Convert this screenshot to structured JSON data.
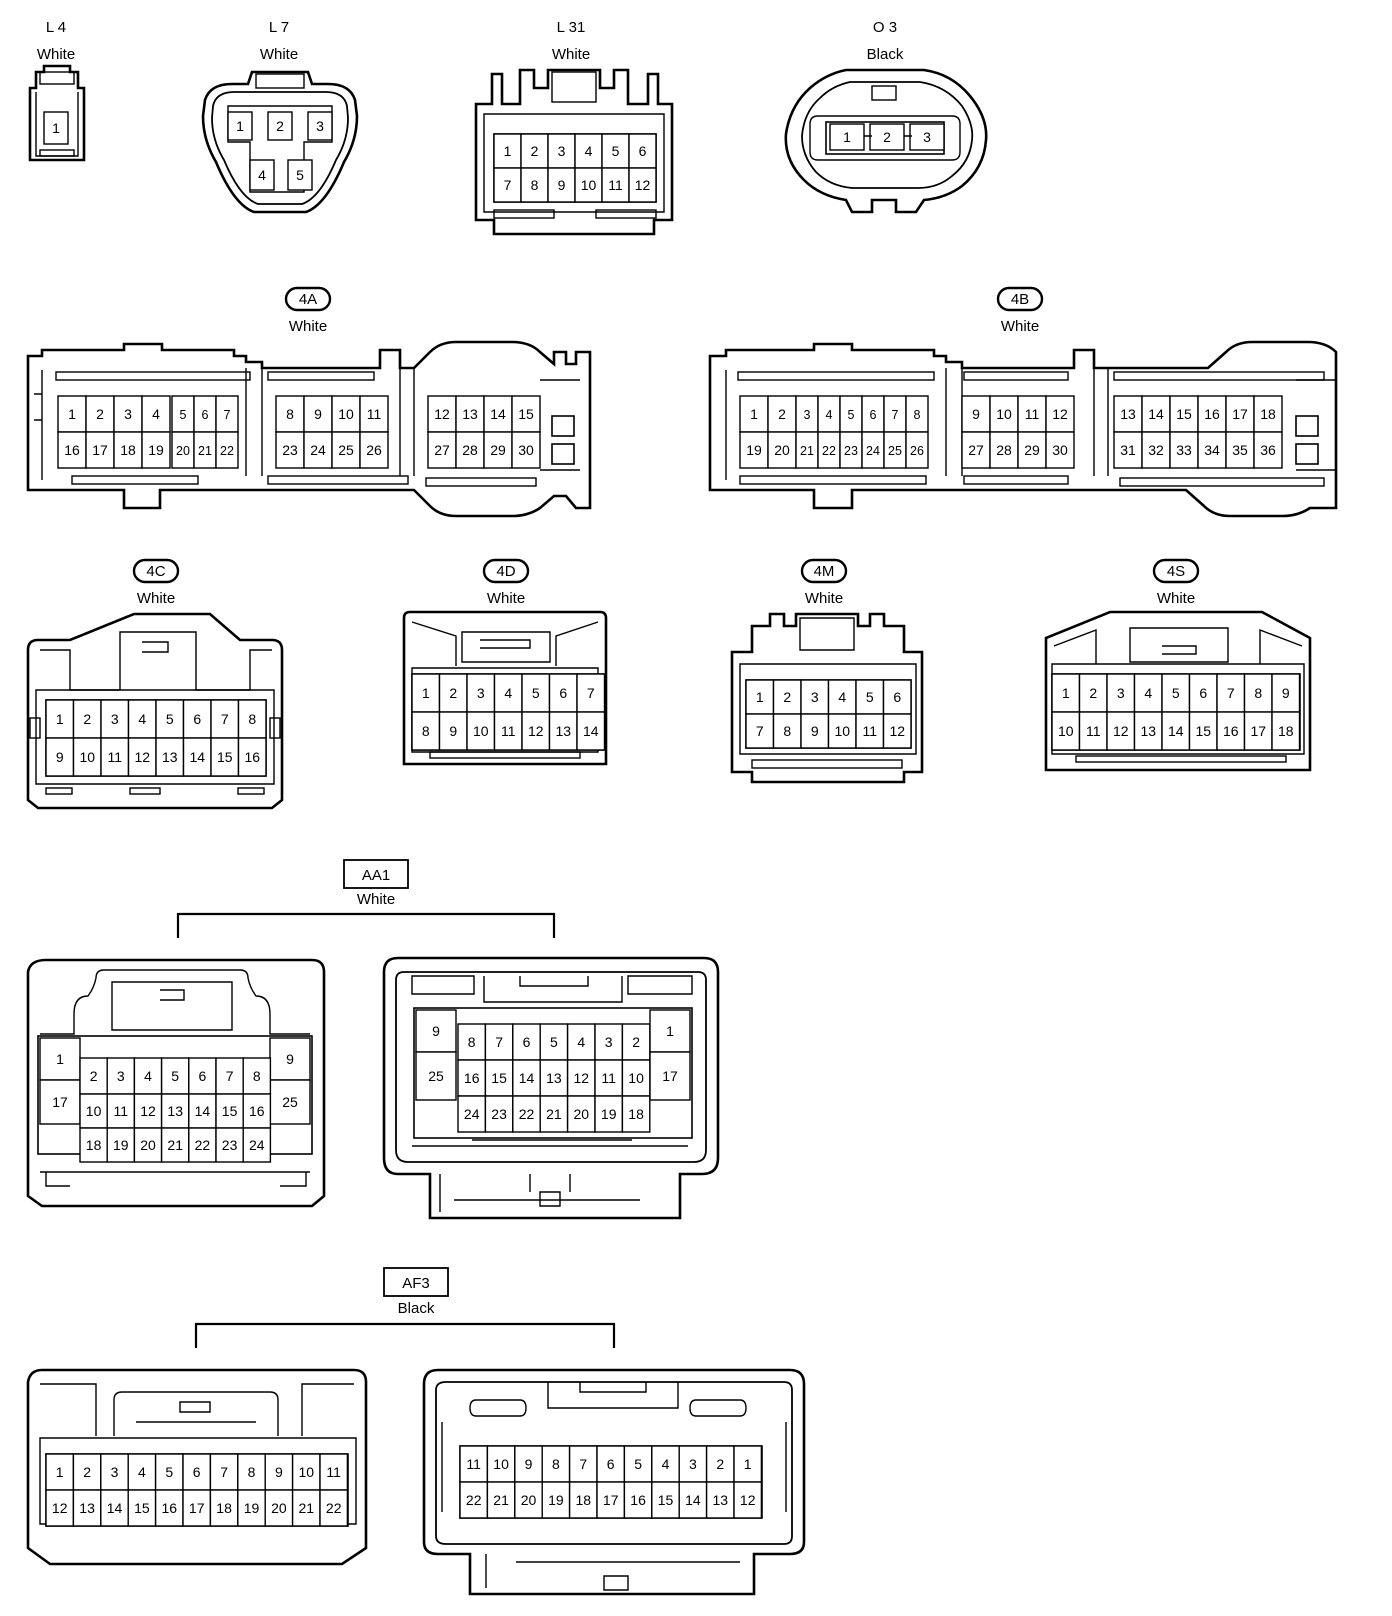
{
  "connectors": [
    {
      "id": "L4",
      "code": "L 4",
      "color": "White",
      "pins": [
        [
          "1"
        ]
      ]
    },
    {
      "id": "L7",
      "code": "L 7",
      "color": "White",
      "pins": [
        [
          "1",
          "2",
          "3"
        ],
        [
          "4",
          "5"
        ]
      ]
    },
    {
      "id": "L31",
      "code": "L 31",
      "color": "White",
      "pins": [
        [
          "1",
          "2",
          "3",
          "4",
          "5",
          "6"
        ],
        [
          "7",
          "8",
          "9",
          "10",
          "11",
          "12"
        ]
      ]
    },
    {
      "id": "O3",
      "code": "O 3",
      "color": "Black",
      "pins": [
        [
          "1",
          "2",
          "3"
        ]
      ]
    },
    {
      "id": "4A",
      "code": "4A",
      "color": "White",
      "pins": [
        [
          "1",
          "2",
          "3",
          "4",
          "5",
          "6",
          "7",
          "8",
          "9",
          "10",
          "11",
          "12",
          "13",
          "14",
          "15"
        ],
        [
          "16",
          "17",
          "18",
          "19",
          "20",
          "21",
          "22",
          "23",
          "24",
          "25",
          "26",
          "27",
          "28",
          "29",
          "30"
        ]
      ]
    },
    {
      "id": "4B",
      "code": "4B",
      "color": "White",
      "pins": [
        [
          "1",
          "2",
          "3",
          "4",
          "5",
          "6",
          "7",
          "8",
          "9",
          "10",
          "11",
          "12",
          "13",
          "14",
          "15",
          "16",
          "17",
          "18"
        ],
        [
          "19",
          "20",
          "21",
          "22",
          "23",
          "24",
          "25",
          "26",
          "27",
          "28",
          "29",
          "30",
          "31",
          "32",
          "33",
          "34",
          "35",
          "36"
        ]
      ]
    },
    {
      "id": "4C",
      "code": "4C",
      "color": "White",
      "pins": [
        [
          "1",
          "2",
          "3",
          "4",
          "5",
          "6",
          "7",
          "8"
        ],
        [
          "9",
          "10",
          "11",
          "12",
          "13",
          "14",
          "15",
          "16"
        ]
      ]
    },
    {
      "id": "4D",
      "code": "4D",
      "color": "White",
      "pins": [
        [
          "1",
          "2",
          "3",
          "4",
          "5",
          "6",
          "7"
        ],
        [
          "8",
          "9",
          "10",
          "11",
          "12",
          "13",
          "14"
        ]
      ]
    },
    {
      "id": "4M",
      "code": "4M",
      "color": "White",
      "pins": [
        [
          "1",
          "2",
          "3",
          "4",
          "5",
          "6"
        ],
        [
          "7",
          "8",
          "9",
          "10",
          "11",
          "12"
        ]
      ]
    },
    {
      "id": "4S",
      "code": "4S",
      "color": "White",
      "pins": [
        [
          "1",
          "2",
          "3",
          "4",
          "5",
          "6",
          "7",
          "8",
          "9"
        ],
        [
          "10",
          "11",
          "12",
          "13",
          "14",
          "15",
          "16",
          "17",
          "18"
        ]
      ]
    },
    {
      "id": "AA1",
      "code": "AA1",
      "color": "White",
      "left": {
        "side_left": [
          "1",
          "17"
        ],
        "rows": [
          [
            "2",
            "3",
            "4",
            "5",
            "6",
            "7",
            "8"
          ],
          [
            "10",
            "11",
            "12",
            "13",
            "14",
            "15",
            "16"
          ],
          [
            "18",
            "19",
            "20",
            "21",
            "22",
            "23",
            "24"
          ]
        ],
        "side_right": [
          "9",
          "25"
        ]
      },
      "right": {
        "side_left": [
          "9",
          "25"
        ],
        "rows": [
          [
            "8",
            "7",
            "6",
            "5",
            "4",
            "3",
            "2"
          ],
          [
            "16",
            "15",
            "14",
            "13",
            "12",
            "11",
            "10"
          ],
          [
            "24",
            "23",
            "22",
            "21",
            "20",
            "19",
            "18"
          ]
        ],
        "side_right": [
          "1",
          "17"
        ]
      }
    },
    {
      "id": "AF3",
      "code": "AF3",
      "color": "Black",
      "left": {
        "rows": [
          [
            "1",
            "2",
            "3",
            "4",
            "5",
            "6",
            "7",
            "8",
            "9",
            "10",
            "11"
          ],
          [
            "12",
            "13",
            "14",
            "15",
            "16",
            "17",
            "18",
            "19",
            "20",
            "21",
            "22"
          ]
        ]
      },
      "right": {
        "rows": [
          [
            "11",
            "10",
            "9",
            "8",
            "7",
            "6",
            "5",
            "4",
            "3",
            "2",
            "1"
          ],
          [
            "22",
            "21",
            "20",
            "19",
            "18",
            "17",
            "16",
            "15",
            "14",
            "13",
            "12"
          ]
        ]
      }
    }
  ]
}
